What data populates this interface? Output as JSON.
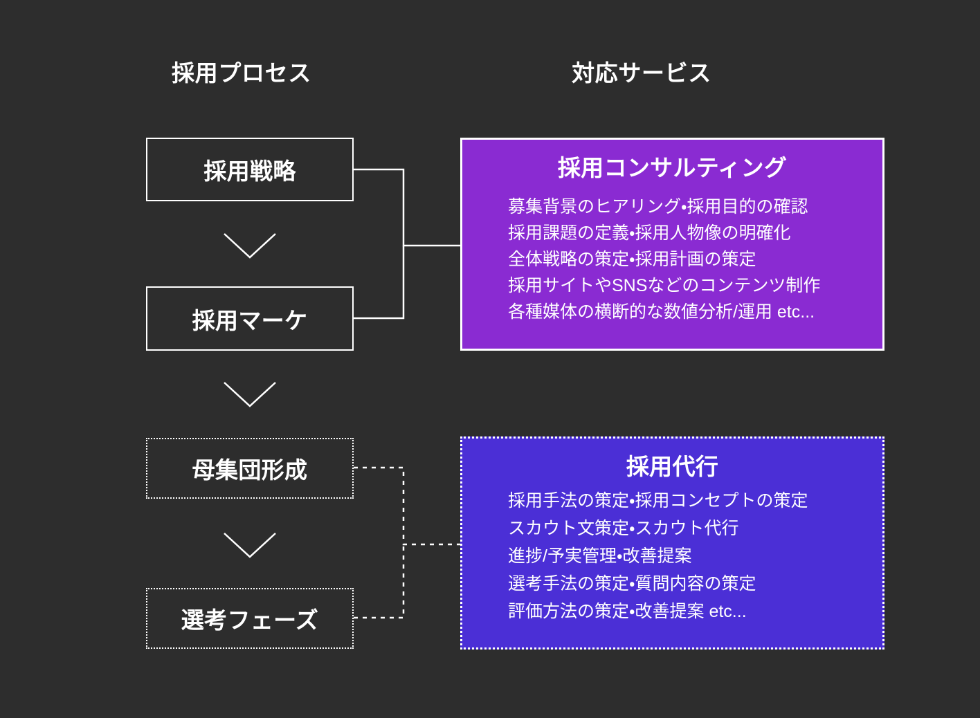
{
  "headings": {
    "process": "採用プロセス",
    "service": "対応サービス"
  },
  "process_steps": [
    {
      "label": "採用戦略",
      "style": "solid"
    },
    {
      "label": "採用マーケ",
      "style": "solid"
    },
    {
      "label": "母集団形成",
      "style": "dotted"
    },
    {
      "label": "選考フェーズ",
      "style": "dotted"
    }
  ],
  "services": [
    {
      "title": "採用コンサルティング",
      "color": "#8a2bd2",
      "border": "solid",
      "items": [
        "募集背景のヒアリング・採用目的の確認",
        "採用課題の定義・採用人物像の明確化",
        "全体戦略の策定・採用計画の策定",
        "採用サイトやSNSなどのコンテンツ制作",
        "各種媒体の横断的な数値分析/運用 etc..."
      ]
    },
    {
      "title": "採用代行",
      "color": "#4b2fd6",
      "border": "dotted",
      "items": [
        "採用手法の策定・採用コンセプトの策定",
        "スカウト文策定・スカウト代行",
        "進捗/予実管理・改善提案",
        "選考手法の策定・質問内容の策定",
        "評価方法の策定・改善提案 etc..."
      ]
    }
  ],
  "colors": {
    "background": "#2d2d2d",
    "foreground": "#ffffff",
    "consulting": "#8a2bd2",
    "outsourcing": "#4b2fd6"
  },
  "connectors": [
    {
      "name": "strategy-to-consulting",
      "style": "solid"
    },
    {
      "name": "marketing-to-consulting",
      "style": "solid"
    },
    {
      "name": "pool-to-outsourcing",
      "style": "dotted"
    },
    {
      "name": "screening-to-outsourcing",
      "style": "dotted"
    }
  ]
}
